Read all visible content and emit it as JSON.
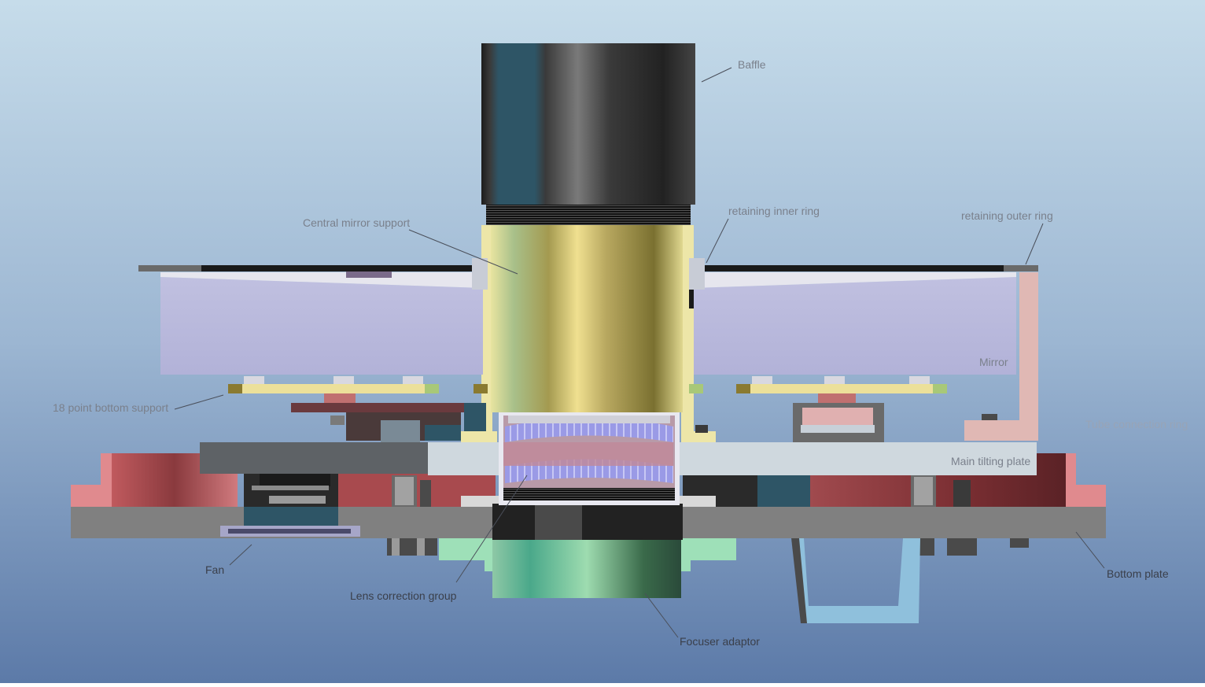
{
  "labels": {
    "baffle": "Baffle",
    "central_mirror_support": "Central mirror support",
    "retaining_inner_ring": "retaining inner ring",
    "retaining_outer_ring": "retaining outer ring",
    "mirror": "Mirror",
    "bottom_support": "18 point bottom support",
    "tube_connection_ring": "Tube connection ring",
    "main_tilting_plate": "Main tilting plate",
    "fan": "Fan",
    "lens_correction_group": "Lens correction group",
    "bottom_plate": "Bottom plate",
    "focuser_adaptor": "Focuser adaptor"
  },
  "colors": {
    "sky_top": "#c6dcea",
    "sky_bottom": "#5c7aa8",
    "mirror": "#b6b6da",
    "central_support": "#c2b46c",
    "baffle": "#2a2a2a",
    "bottom_plate": "#808080",
    "tilting_plate": "#cfd8de",
    "red_body": "#a04a4e",
    "outer_ring": "#e0b8b4",
    "focuser": "#7cc8a0",
    "support_pads": "#ece09a",
    "bracket": "#8fc0dc"
  }
}
